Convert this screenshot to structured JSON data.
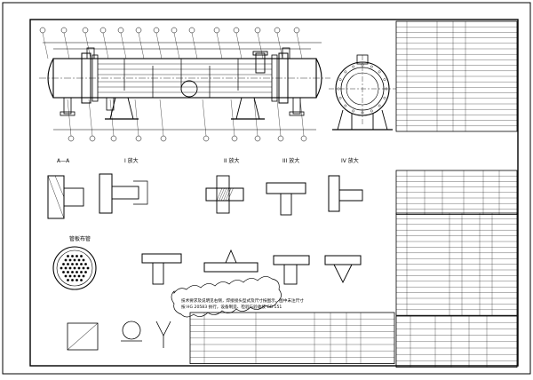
{
  "views": {
    "section_aa": "A—A",
    "detail_1": "I 放大",
    "detail_2": "II 放大",
    "detail_3": "III 放大",
    "detail_4": "IV 放大",
    "tube_layout": "管板布管"
  },
  "notes": {
    "cloud_text": [
      "技术要求及说明见右侧，焊接接头型式及尺寸按图示，图中未注尺寸",
      "按 HG 20583 执行，设备制造、检验与验收按 GB 151"
    ]
  }
}
